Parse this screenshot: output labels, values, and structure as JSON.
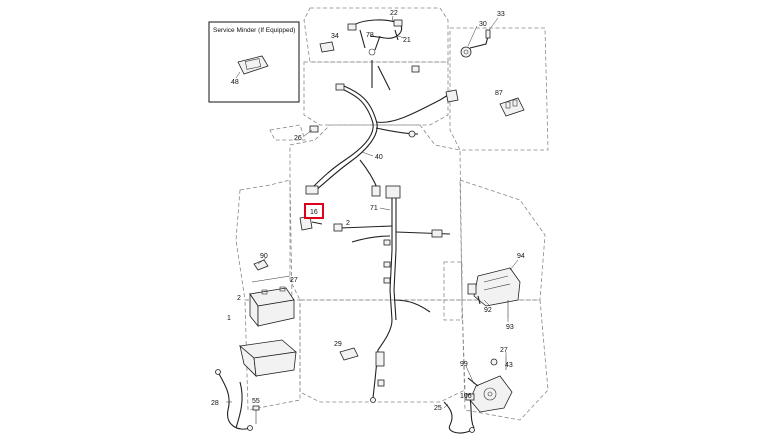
{
  "inset": {
    "title": "Service Minder (If Equipped)",
    "part_number": "48"
  },
  "callouts": {
    "c22": "22",
    "c21": "21",
    "c78": "78",
    "c34": "34",
    "c30": "30",
    "c33": "33",
    "c87": "87",
    "c26": "26",
    "c40": "40",
    "c16": "16",
    "c71": "71",
    "c2a": "2",
    "c90": "90",
    "c27a": "27",
    "c2b": "2",
    "c1": "1",
    "c94": "94",
    "c92": "92",
    "c93": "93",
    "c29": "29",
    "c99": "99",
    "c27b": "27",
    "c43": "43",
    "c28": "28",
    "c55": "55",
    "c25": "25",
    "c106": "106"
  },
  "highlight": {
    "part_number": "16",
    "color": "#e0001b"
  }
}
